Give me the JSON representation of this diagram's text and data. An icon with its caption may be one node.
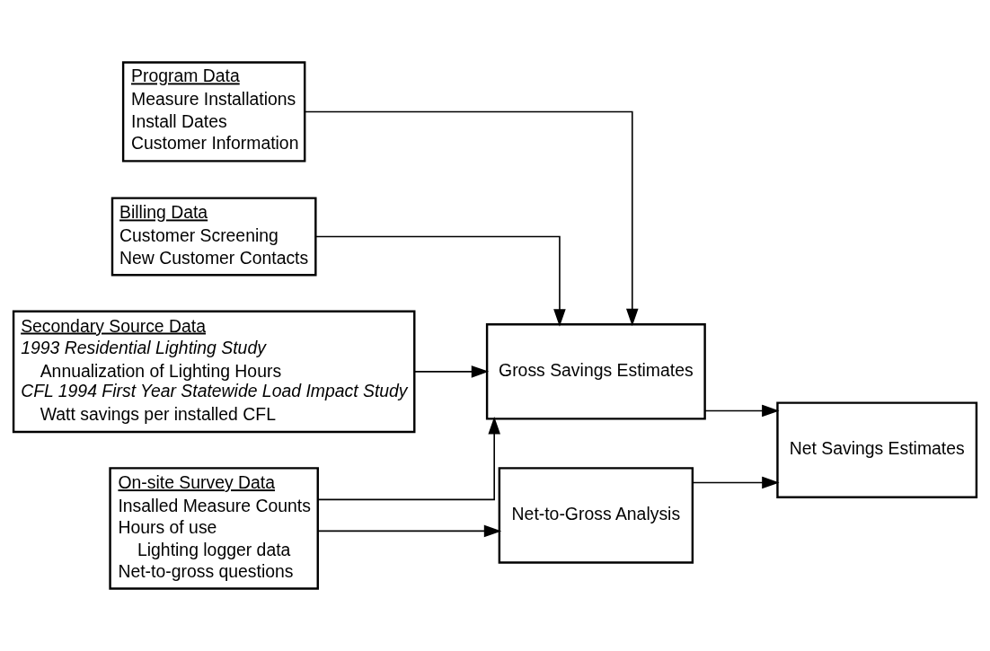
{
  "diagram": {
    "nodes": [
      {
        "text": [
          "Program Data",
          "Measure Installations",
          "Install Dates",
          "Customer Information"
        ]
      },
      {
        "text": [
          "Billing Data",
          "Customer Screening",
          "New Customer Contacts"
        ]
      },
      {
        "text": [
          "Secondary Source Data",
          "1993 Residential Lighting Study",
          "Annualization of Lighting Hours",
          "CFL 1994 First Year Statewide Load Impact Study",
          "Watt savings per installed CFL"
        ]
      },
      {
        "text": [
          "On-site Survey Data",
          "Insalled Measure Counts",
          "Hours of use",
          "Lighting logger data",
          "Net-to-gross questions"
        ]
      },
      {
        "text": [
          "Gross Savings Estimates"
        ]
      },
      {
        "text": [
          "Net Savings Estimates"
        ]
      },
      {
        "text": [
          "Net-to-Gross Analysis"
        ]
      }
    ],
    "edges": [
      {
        "from": 0,
        "to": 4,
        "arrow": "to"
      },
      {
        "from": 1,
        "to": 4,
        "arrow": "to"
      },
      {
        "from": 2,
        "to": 4,
        "arrow": "to"
      },
      {
        "from": 3,
        "to": 4,
        "arrow": "to"
      },
      {
        "from": 3,
        "to": 6,
        "arrow": "to"
      },
      {
        "from": 4,
        "to": 5,
        "arrow": "to"
      },
      {
        "from": 6,
        "to": 5,
        "arrow": "to"
      }
    ]
  }
}
